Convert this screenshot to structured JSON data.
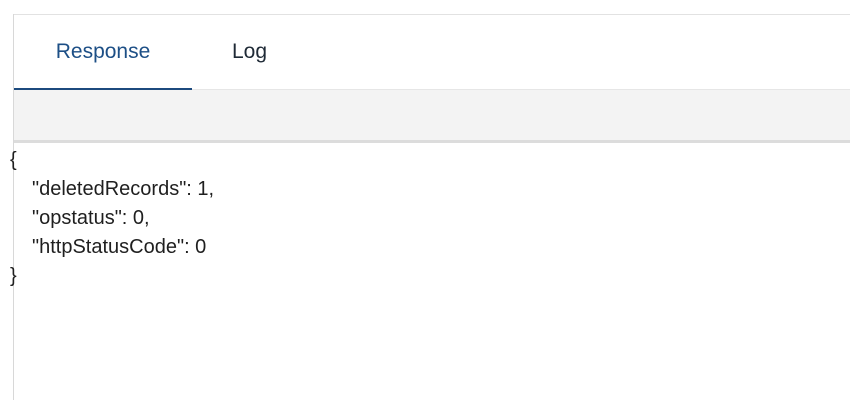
{
  "tabs": {
    "response_label": "Response",
    "log_label": "Log",
    "active": "Response"
  },
  "response_body": {
    "open_brace": "{",
    "lines": [
      "\"deletedRecords\": 1,",
      "\"opstatus\": 0,",
      "\"httpStatusCode\": 0"
    ],
    "close_brace": "}"
  },
  "colors": {
    "active_tab_text": "#1d4f86",
    "active_tab_underline": "#1c4a7e",
    "toolbar_background": "#f3f3f3"
  }
}
